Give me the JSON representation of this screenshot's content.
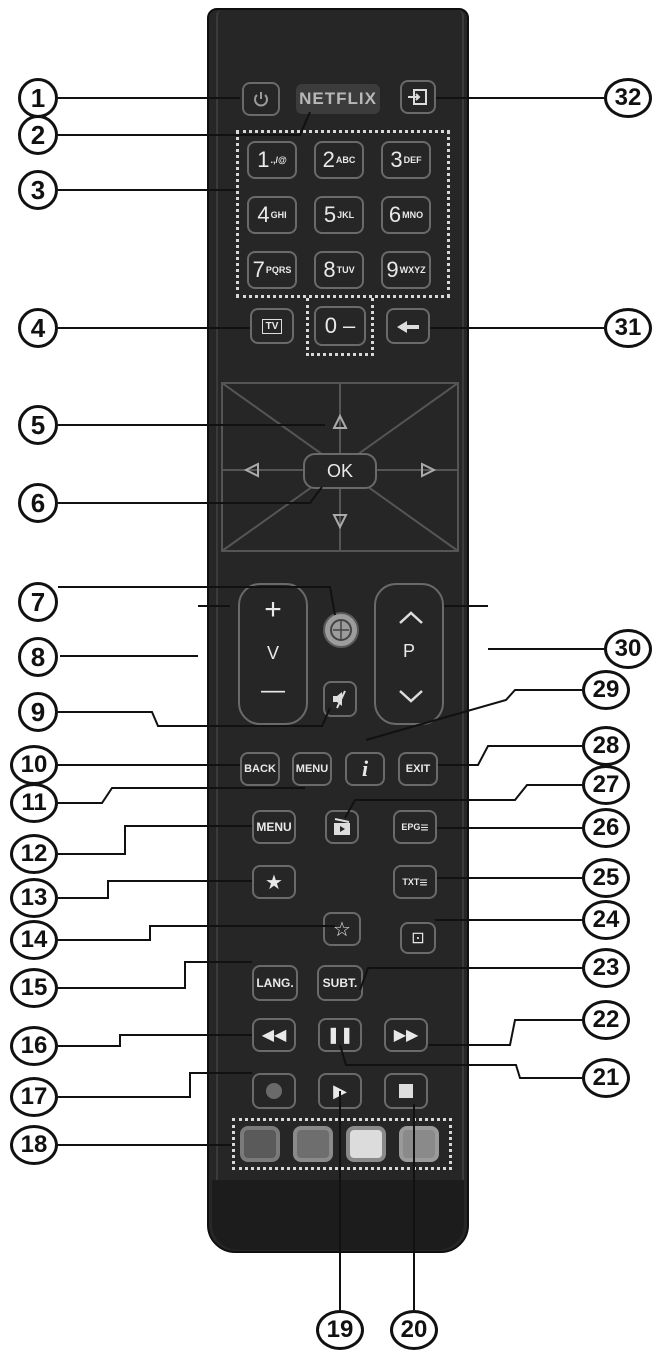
{
  "netflix_label": "NETFLIX",
  "buttons": {
    "num1": "1",
    "num1_sub": ".,/@",
    "num2": "2",
    "num2_sub": "ABC",
    "num3": "3",
    "num3_sub": "DEF",
    "num4": "4",
    "num4_sub": "GHI",
    "num5": "5",
    "num5_sub": "JKL",
    "num6": "6",
    "num6_sub": "MNO",
    "num7": "7",
    "num7_sub": "PQRS",
    "num8": "8",
    "num8_sub": "TUV",
    "num9": "9",
    "num9_sub": "WXYZ",
    "num0": "0 –",
    "tv": "TV",
    "ok": "OK",
    "vol_plus": "+",
    "vol_label": "V",
    "vol_minus": "—",
    "prog_label": "P",
    "back": "BACK",
    "menu": "MENU",
    "info": "i",
    "exit": "EXIT",
    "qmenu": "MENU",
    "epg": "EPG",
    "txt": "TXT",
    "lang": "LANG.",
    "subt": "SUBT."
  },
  "callouts": [
    "1",
    "2",
    "3",
    "4",
    "5",
    "6",
    "7",
    "8",
    "9",
    "10",
    "11",
    "12",
    "13",
    "14",
    "15",
    "16",
    "17",
    "18",
    "19",
    "20",
    "21",
    "22",
    "23",
    "24",
    "25",
    "26",
    "27",
    "28",
    "29",
    "30",
    "31",
    "32"
  ],
  "colors": {
    "remote_body": "#262626",
    "color_key_red": "#5a5a5a",
    "color_key_green": "#6e6e6e",
    "color_key_yellow": "#dcdcdc",
    "color_key_blue": "#8a8a8a"
  }
}
